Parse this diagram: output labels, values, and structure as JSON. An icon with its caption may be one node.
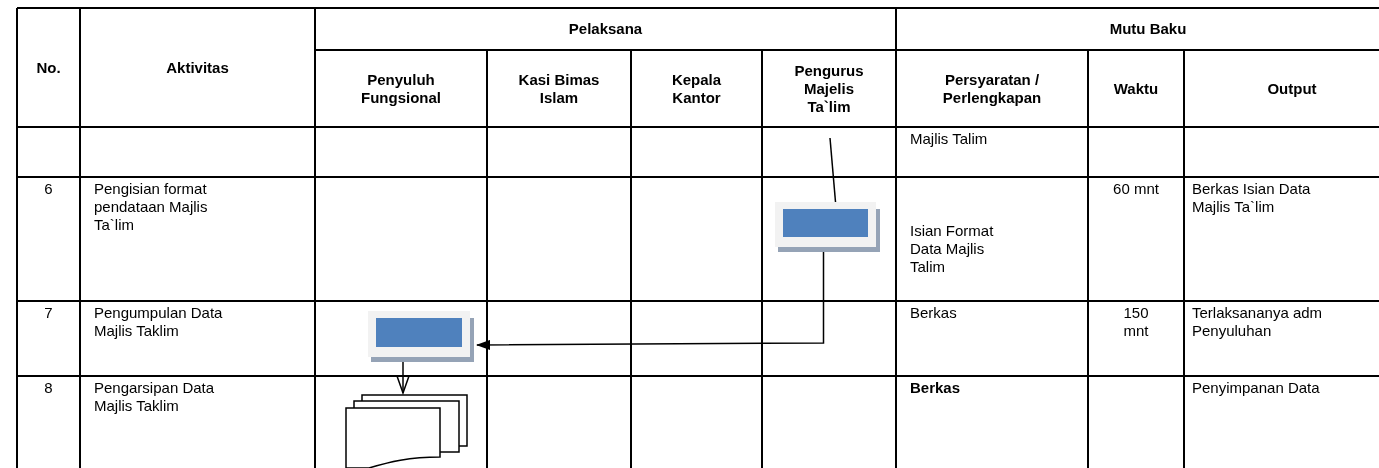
{
  "diagram": {
    "nodes": [
      {
        "text": [],
        "shape": "box"
      },
      {
        "text": [],
        "shape": "box"
      },
      {
        "text": [],
        "shape": "document"
      }
    ],
    "edges": [
      {
        "from": null,
        "to": 0,
        "arrow": "none"
      },
      {
        "from": 0,
        "to": 1,
        "arrow": "to"
      },
      {
        "from": 1,
        "to": 2,
        "arrow": "to"
      }
    ],
    "labels": [
      "No.",
      "Aktivitas",
      "Pelaksana",
      "Mutu Baku",
      "Penyuluh Fungsional",
      "Kasi Bimas Islam",
      "Kepala Kantor",
      "Pengurus Majelis Ta`lim",
      "Persyaratan / Perlengkapan",
      "Waktu",
      "Output",
      "Majlis Talim",
      "6",
      "Pengisian format pendataan Majlis Ta`lim",
      "Isian Format Data Majlis Talim",
      "60 mnt",
      "Berkas Isian Data Majlis Ta`lim",
      "7",
      "Pengumpulan Data Majlis Taklim",
      "Berkas",
      "150 mnt",
      "Terlaksananya adm Penyuluhan",
      "8",
      "Pengarsipan Data Majlis Taklim",
      "Berkas",
      "Penyimpanan Data"
    ]
  }
}
